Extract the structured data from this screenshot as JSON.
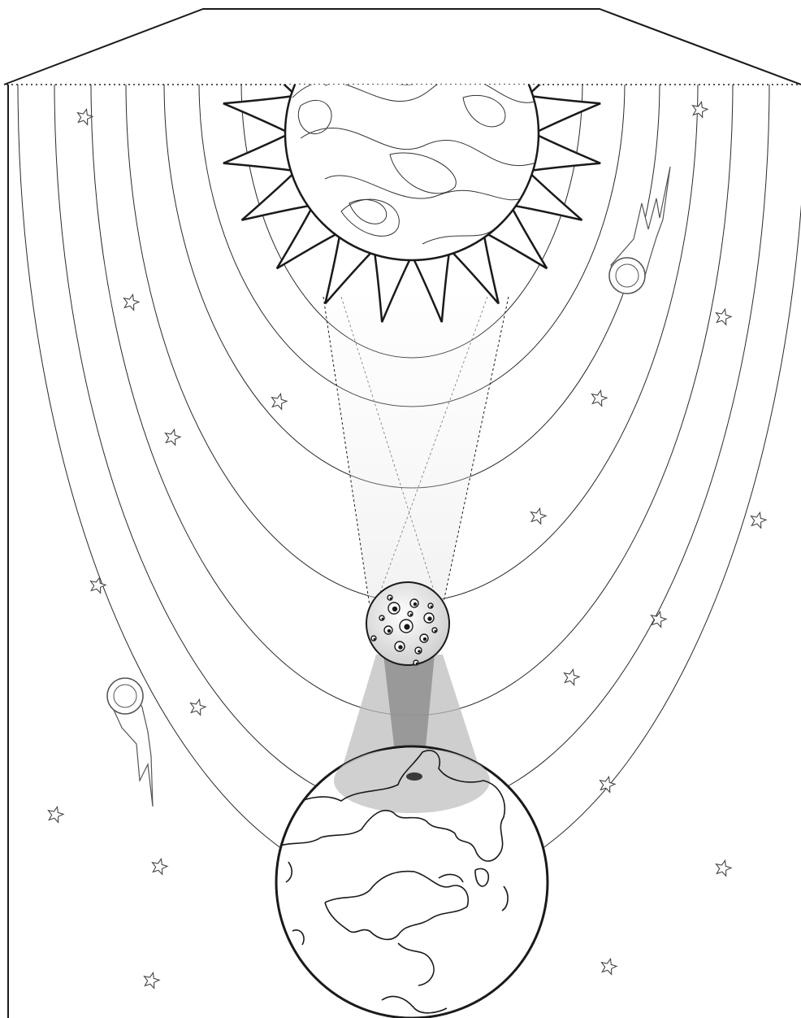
{
  "scene": {
    "kind": "solar-eclipse-illustration",
    "style": "black-and-white line art",
    "bodies": [
      "sun",
      "moon",
      "earth"
    ],
    "decorations": [
      "orbit-rings",
      "stars",
      "comets",
      "penumbra-cone",
      "umbra-cone",
      "eclipse-shadow-spot"
    ],
    "colors": {
      "line": "#1a1a1a",
      "background": "#ffffff",
      "shadow_light": "#d9d9d9",
      "shadow_dark": "#9a9a9a",
      "spot": "#3a3a3a"
    }
  }
}
